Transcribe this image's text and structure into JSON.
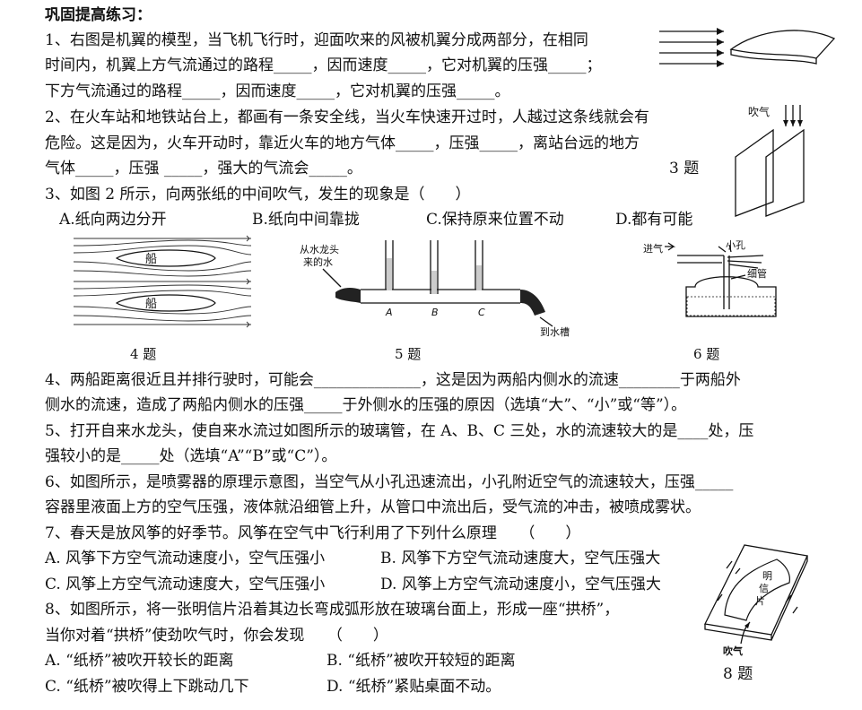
{
  "header": "巩固提高练习：",
  "q1": {
    "l1": "1、右图是机翼的模型，当飞机飞行时，迎面吹来的风被机翼分成两部分，在相同",
    "l2": "时间内，机翼上方气流通过的路程_____，因而速度_____，它对机翼的压强_____；",
    "l3": "下方气流通过的路程_____，因而速度_____，它对机翼的压强_____。"
  },
  "q2": {
    "l1": "2、在火车站和地铁站台上，都画有一条安全线，当火车快速开过时，人越过这条线就会有",
    "l2": "危险。这是因为，火车开动时，靠近火车的地方气体_____，压强_____，离站台远的地方",
    "l3": "气体_____，压强 _____，强大的气流会_____。"
  },
  "q3": {
    "l1": "3、如图 2 所示，向两张纸的中间吹气，发生的现象是（　　）",
    "a": "A.纸向两边分开",
    "b": "B.纸向中间靠拢",
    "c": "C.保持原来位置不动",
    "d": "D.都有可能"
  },
  "fig3": {
    "caption": "3 题",
    "blow": "吹气"
  },
  "fig4": {
    "caption": "4 题",
    "boat": "船"
  },
  "fig5": {
    "caption": "5 题",
    "from1": "从水龙头",
    "from2": "来的水",
    "a": "A",
    "b": "B",
    "c": "C",
    "to": "到水槽"
  },
  "fig6": {
    "caption": "6 题",
    "in": "进气",
    "hole": "小孔",
    "tube": "细管"
  },
  "q4": {
    "l1": "4、两船距离很近且并排行驶时，可能会______________，这是因为两船内侧水的流速________于两船外",
    "l2": "侧水的流速，造成了两船内侧水的压强_____于外侧水的压强的原因（选填“大”、“小”或“等”）。"
  },
  "q5": {
    "l1": "5、打开自来水龙头，使自来水流过如图所示的玻璃管，在 A、B、C 三处，水的流速较大的是____处，压",
    "l2": "强较小的是_____处（选填“A”“B”或“C”）。"
  },
  "q6": {
    "l1": "6、如图所示，是喷雾器的原理示意图，当空气从小孔迅速流出，小孔附近空气的流速较大，压强_____",
    "l2": "容器里液面上方的空气压强，液体就沿细管上升，从管口中流出后，受气流的冲击，被喷成雾状。"
  },
  "q7": {
    "l1": "7、春天是放风筝的好季节。风筝在空气中飞行利用了下列什么原理　　（　　）",
    "a": "A. 风筝下方空气流动速度小，空气压强小",
    "b": "B. 风筝下方空气流动速度大，空气压强大",
    "c": "C. 风筝上方空气流动速度大，空气压强小",
    "d": "D. 风筝上方空气流动速度小，空气压强大"
  },
  "q8": {
    "l1": "8、如图所示，将一张明信片沿着其边长弯成弧形放在玻璃台面上，形成一座“拱桥”，",
    "l2": "当你对着“拱桥”使劲吹气时，你会发现　　（　　）",
    "a": "A. “纸桥”被吹开较长的距离",
    "b": "B. “纸桥”被吹开较短的距离",
    "c": "C. “纸桥”被吹得上下跳动几下",
    "d": "D. “纸桥”紧贴桌面不动。"
  },
  "fig8": {
    "caption": "8 题",
    "card1": "明",
    "card2": "信",
    "card3": "片",
    "blow": "吹气"
  }
}
